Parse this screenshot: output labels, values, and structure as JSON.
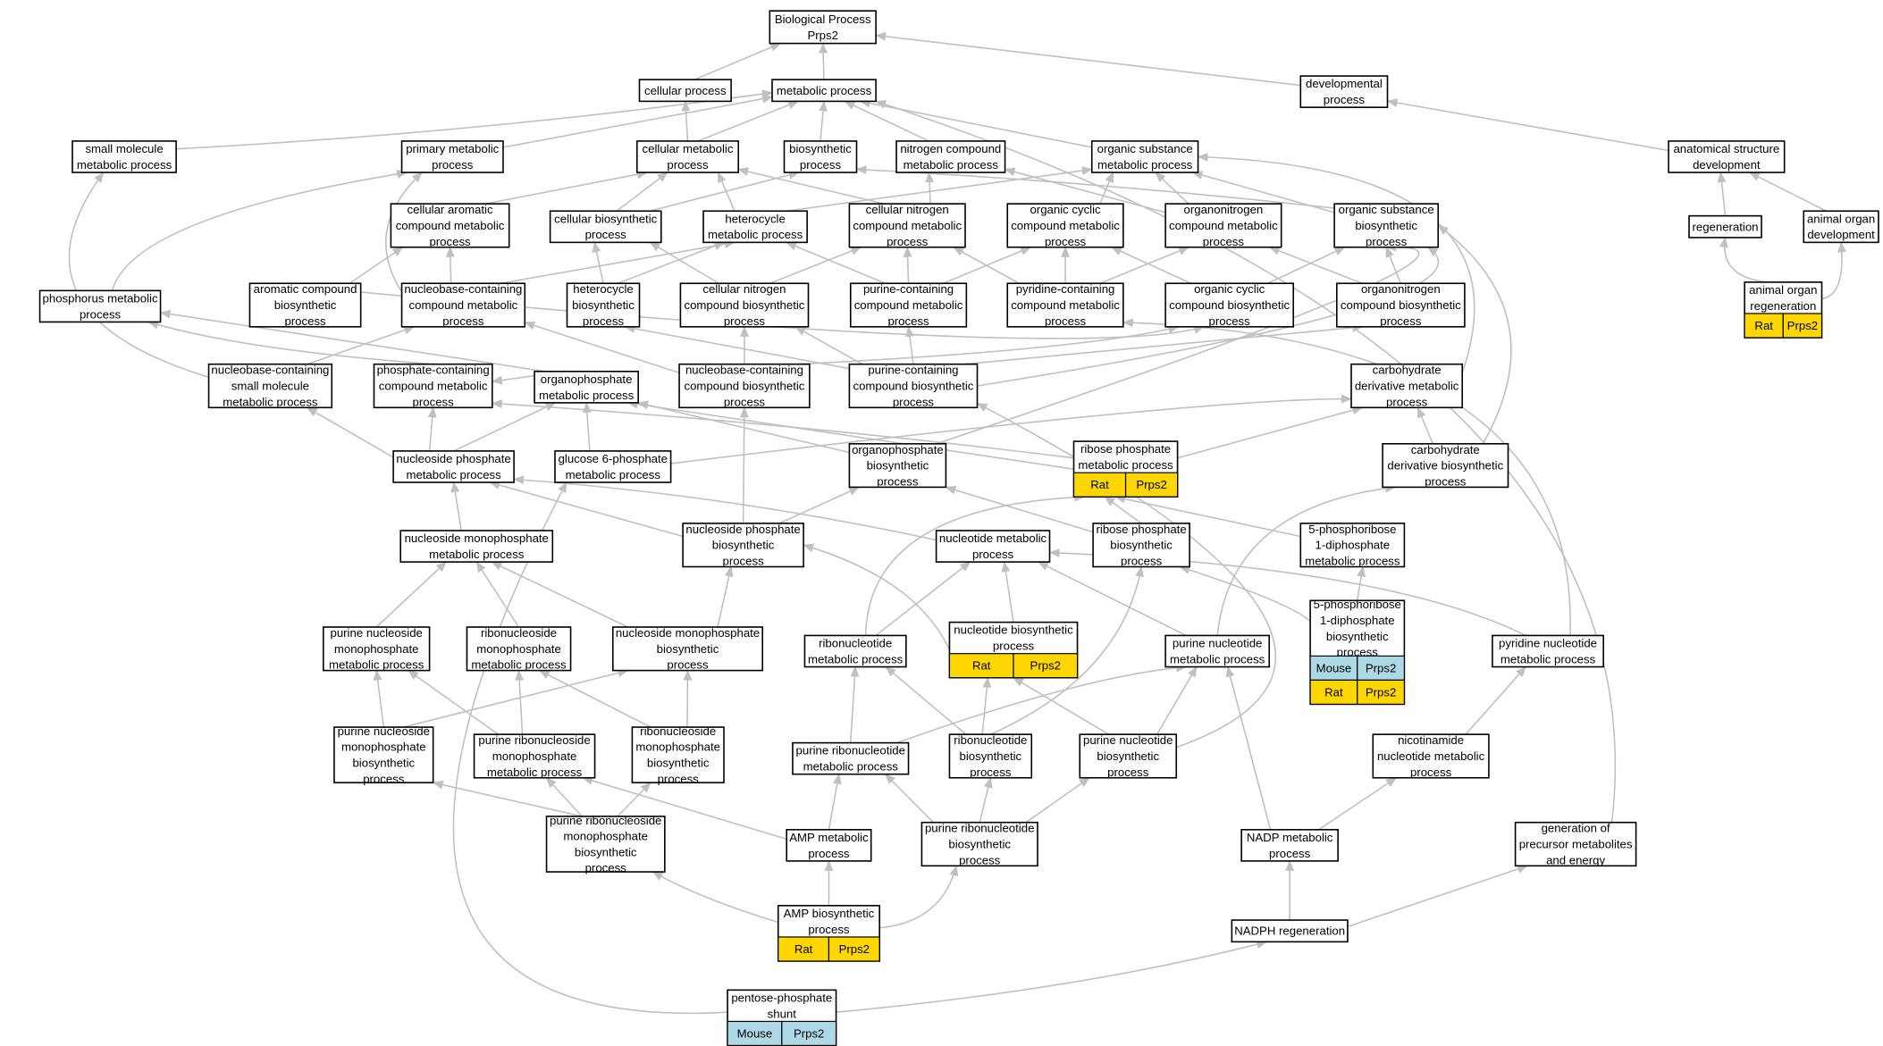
{
  "colors": {
    "edge": "#c0c0c0",
    "node_border": "#000000",
    "node_fill": "#ffffff",
    "rat": "#ffd700",
    "mouse": "#add8e6"
  },
  "nodes": [
    {
      "id": "bp",
      "lines": [
        "Biological Process",
        "Prps2"
      ]
    },
    {
      "id": "cellular_process",
      "lines": [
        "cellular process"
      ]
    },
    {
      "id": "metabolic_process",
      "lines": [
        "metabolic process"
      ]
    },
    {
      "id": "developmental_process",
      "lines": [
        "developmental",
        "process"
      ]
    },
    {
      "id": "small_molecule_metabolic",
      "lines": [
        "small molecule",
        "metabolic process"
      ]
    },
    {
      "id": "primary_metabolic",
      "lines": [
        "primary metabolic",
        "process"
      ]
    },
    {
      "id": "cellular_metabolic",
      "lines": [
        "cellular metabolic",
        "process"
      ]
    },
    {
      "id": "biosynthetic",
      "lines": [
        "biosynthetic",
        "process"
      ]
    },
    {
      "id": "nitrogen_compound_metabolic",
      "lines": [
        "nitrogen compound",
        "metabolic process"
      ]
    },
    {
      "id": "organic_substance_metabolic",
      "lines": [
        "organic substance",
        "metabolic process"
      ]
    },
    {
      "id": "anatomical_structure_development",
      "lines": [
        "anatomical structure",
        "development"
      ]
    },
    {
      "id": "cellular_aromatic",
      "lines": [
        "cellular aromatic",
        "compound metabolic",
        "process"
      ]
    },
    {
      "id": "cellular_biosynthetic",
      "lines": [
        "cellular biosynthetic",
        "process"
      ]
    },
    {
      "id": "heterocycle_metabolic",
      "lines": [
        "heterocycle",
        "metabolic process"
      ]
    },
    {
      "id": "cellular_nitrogen_metabolic",
      "lines": [
        "cellular nitrogen",
        "compound metabolic",
        "process"
      ]
    },
    {
      "id": "organic_cyclic_metabolic",
      "lines": [
        "organic cyclic",
        "compound metabolic",
        "process"
      ]
    },
    {
      "id": "organonitrogen_metabolic",
      "lines": [
        "organonitrogen",
        "compound metabolic",
        "process"
      ]
    },
    {
      "id": "organic_substance_biosynthetic",
      "lines": [
        "organic substance",
        "biosynthetic",
        "process"
      ]
    },
    {
      "id": "regeneration",
      "lines": [
        "regeneration"
      ]
    },
    {
      "id": "animal_organ_development",
      "lines": [
        "animal organ",
        "development"
      ]
    },
    {
      "id": "phosphorus_metabolic",
      "lines": [
        "phosphorus metabolic",
        "process"
      ]
    },
    {
      "id": "aromatic_biosynthetic",
      "lines": [
        "aromatic compound",
        "biosynthetic",
        "process"
      ]
    },
    {
      "id": "nucleobase_containing_metabolic",
      "lines": [
        "nucleobase-containing",
        "compound metabolic",
        "process"
      ]
    },
    {
      "id": "heterocycle_biosynthetic",
      "lines": [
        "heterocycle",
        "biosynthetic",
        "process"
      ]
    },
    {
      "id": "cellular_nitrogen_biosynthetic",
      "lines": [
        "cellular nitrogen",
        "compound biosynthetic",
        "process"
      ]
    },
    {
      "id": "purine_containing_metabolic",
      "lines": [
        "purine-containing",
        "compound metabolic",
        "process"
      ]
    },
    {
      "id": "pyridine_containing_metabolic",
      "lines": [
        "pyridine-containing",
        "compound metabolic",
        "process"
      ]
    },
    {
      "id": "organic_cyclic_biosynthetic",
      "lines": [
        "organic cyclic",
        "compound biosynthetic",
        "process"
      ]
    },
    {
      "id": "organonitrogen_biosynthetic",
      "lines": [
        "organonitrogen",
        "compound biosynthetic",
        "process"
      ]
    },
    {
      "id": "animal_organ_regeneration",
      "lines": [
        "animal organ",
        "regeneration"
      ],
      "tags": [
        {
          "species": "Rat",
          "gene": "Prps2"
        }
      ]
    },
    {
      "id": "nucleobase_small_molecule",
      "lines": [
        "nucleobase-containing",
        "small molecule",
        "metabolic process"
      ]
    },
    {
      "id": "phosphate_containing",
      "lines": [
        "phosphate-containing",
        "compound metabolic",
        "process"
      ]
    },
    {
      "id": "organophosphate_metabolic",
      "lines": [
        "organophosphate",
        "metabolic process"
      ]
    },
    {
      "id": "nucleobase_containing_biosynthetic",
      "lines": [
        "nucleobase-containing",
        "compound biosynthetic",
        "process"
      ]
    },
    {
      "id": "purine_containing_biosynthetic",
      "lines": [
        "purine-containing",
        "compound biosynthetic",
        "process"
      ]
    },
    {
      "id": "carbohydrate_derivative_metabolic",
      "lines": [
        "carbohydrate",
        "derivative metabolic",
        "process"
      ]
    },
    {
      "id": "nucleoside_phosphate_metabolic",
      "lines": [
        "nucleoside phosphate",
        "metabolic process"
      ]
    },
    {
      "id": "glucose_6_phosphate",
      "lines": [
        "glucose 6-phosphate",
        "metabolic process"
      ]
    },
    {
      "id": "organophosphate_biosynthetic",
      "lines": [
        "organophosphate",
        "biosynthetic",
        "process"
      ]
    },
    {
      "id": "ribose_phosphate_metabolic",
      "lines": [
        "ribose phosphate",
        "metabolic process"
      ],
      "tags": [
        {
          "species": "Rat",
          "gene": "Prps2"
        }
      ]
    },
    {
      "id": "carbohydrate_derivative_biosynthetic",
      "lines": [
        "carbohydrate",
        "derivative biosynthetic",
        "process"
      ]
    },
    {
      "id": "nucleoside_monophosphate_metabolic",
      "lines": [
        "nucleoside monophosphate",
        "metabolic process"
      ]
    },
    {
      "id": "nucleoside_phosphate_biosynthetic",
      "lines": [
        "nucleoside phosphate",
        "biosynthetic",
        "process"
      ]
    },
    {
      "id": "nucleotide_metabolic",
      "lines": [
        "nucleotide metabolic",
        "process"
      ]
    },
    {
      "id": "ribose_phosphate_biosynthetic",
      "lines": [
        "ribose phosphate",
        "biosynthetic",
        "process"
      ]
    },
    {
      "id": "prpp_metabolic",
      "lines": [
        "5-phosphoribose",
        "1-diphosphate",
        "metabolic process"
      ]
    },
    {
      "id": "purine_nucleoside_monophosphate_metabolic",
      "lines": [
        "purine nucleoside",
        "monophosphate",
        "metabolic process"
      ]
    },
    {
      "id": "ribonucleoside_monophosphate_metabolic",
      "lines": [
        "ribonucleoside",
        "monophosphate",
        "metabolic process"
      ]
    },
    {
      "id": "nucleoside_monophosphate_biosynthetic",
      "lines": [
        "nucleoside monophosphate",
        "biosynthetic",
        "process"
      ]
    },
    {
      "id": "ribonucleotide_metabolic",
      "lines": [
        "ribonucleotide",
        "metabolic process"
      ]
    },
    {
      "id": "nucleotide_biosynthetic",
      "lines": [
        "nucleotide biosynthetic",
        "process"
      ],
      "tags": [
        {
          "species": "Rat",
          "gene": "Prps2"
        }
      ]
    },
    {
      "id": "purine_nucleotide_metabolic",
      "lines": [
        "purine nucleotide",
        "metabolic process"
      ]
    },
    {
      "id": "prpp_biosynthetic",
      "lines": [
        "5-phosphoribose",
        "1-diphosphate",
        "biosynthetic",
        "process"
      ],
      "tags": [
        {
          "species": "Mouse",
          "gene": "Prps2"
        },
        {
          "species": "Rat",
          "gene": "Prps2"
        }
      ]
    },
    {
      "id": "pyridine_nucleotide_metabolic",
      "lines": [
        "pyridine nucleotide",
        "metabolic process"
      ]
    },
    {
      "id": "purine_nucleoside_monophosphate_biosynthetic",
      "lines": [
        "purine nucleoside",
        "monophosphate",
        "biosynthetic",
        "process"
      ]
    },
    {
      "id": "purine_ribonucleoside_monophosphate_metabolic",
      "lines": [
        "purine ribonucleoside",
        "monophosphate",
        "metabolic process"
      ]
    },
    {
      "id": "ribonucleoside_monophosphate_biosynthetic",
      "lines": [
        "ribonucleoside",
        "monophosphate",
        "biosynthetic",
        "process"
      ]
    },
    {
      "id": "purine_ribonucleotide_metabolic",
      "lines": [
        "purine ribonucleotide",
        "metabolic process"
      ]
    },
    {
      "id": "ribonucleotide_biosynthetic",
      "lines": [
        "ribonucleotide",
        "biosynthetic",
        "process"
      ]
    },
    {
      "id": "purine_nucleotide_biosynthetic",
      "lines": [
        "purine nucleotide",
        "biosynthetic",
        "process"
      ]
    },
    {
      "id": "nicotinamide_nucleotide_metabolic",
      "lines": [
        "nicotinamide",
        "nucleotide metabolic",
        "process"
      ]
    },
    {
      "id": "purine_ribonucleoside_monophosphate_biosynthetic",
      "lines": [
        "purine ribonucleoside",
        "monophosphate",
        "biosynthetic",
        "process"
      ]
    },
    {
      "id": "amp_metabolic",
      "lines": [
        "AMP metabolic",
        "process"
      ]
    },
    {
      "id": "purine_ribonucleotide_biosynthetic",
      "lines": [
        "purine ribonucleotide",
        "biosynthetic",
        "process"
      ]
    },
    {
      "id": "nadp_metabolic",
      "lines": [
        "NADP metabolic",
        "process"
      ]
    },
    {
      "id": "generation_precursor",
      "lines": [
        "generation of",
        "precursor metabolites",
        "and energy"
      ]
    },
    {
      "id": "amp_biosynthetic",
      "lines": [
        "AMP biosynthetic",
        "process"
      ],
      "tags": [
        {
          "species": "Rat",
          "gene": "Prps2"
        }
      ]
    },
    {
      "id": "nadph_regeneration",
      "lines": [
        "NADPH regeneration"
      ]
    },
    {
      "id": "pentose_phosphate_shunt",
      "lines": [
        "pentose-phosphate",
        "shunt"
      ],
      "tags": [
        {
          "species": "Mouse",
          "gene": "Prps2"
        }
      ]
    }
  ]
}
